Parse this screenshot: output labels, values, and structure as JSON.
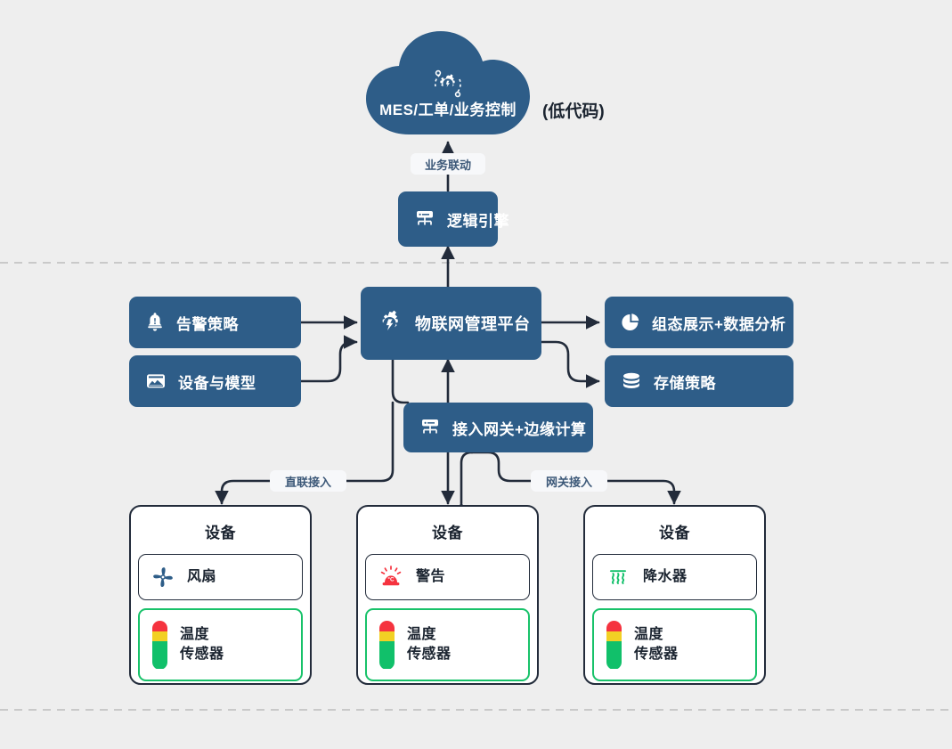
{
  "theme": {
    "background": "#eeeeee",
    "box_blue": "#2e5d88",
    "text_dark": "#1b2430",
    "accent_green": "#18c26a",
    "chip_text": "#3c5878",
    "line": "#222b3a",
    "sensor_red": "#f5333f",
    "sensor_yellow": "#f2d024",
    "sensor_green": "#11c06a",
    "alarm_red": "#f5333f"
  },
  "cloud": {
    "label": "MES/工单/业务控制",
    "icon": "gear-orbit-icon",
    "side_note": "(低代码)"
  },
  "edges": {
    "business_link": "业务联动",
    "direct_access": "直联接入",
    "gateway_access": "网关接入"
  },
  "nodes": {
    "logic_engine": {
      "label": "逻辑引擎",
      "icon": "gateway-icon"
    },
    "platform": {
      "label": "物联网管理平台",
      "icon": "gear-icon"
    },
    "alarm_policy": {
      "label": "告警策略",
      "icon": "bell-icon"
    },
    "device_model": {
      "label": "设备与模型",
      "icon": "device-model-icon"
    },
    "visualization": {
      "label": "组态展示+数据分析",
      "icon": "pie-chart-icon"
    },
    "storage_policy": {
      "label": "存储策略",
      "icon": "database-icon"
    },
    "gateway_edge": {
      "label": "接入网关+边缘计算",
      "icon": "gateway-icon"
    }
  },
  "device_cards": [
    {
      "title": "设备",
      "rows": [
        {
          "label": "风扇",
          "label2": "",
          "icon": "fan-icon",
          "highlight": false
        },
        {
          "label": "温度",
          "label2": "传感器",
          "icon": "temperature-sensor-icon",
          "highlight": true
        }
      ]
    },
    {
      "title": "设备",
      "rows": [
        {
          "label": "警告",
          "label2": "",
          "icon": "alarm-siren-icon",
          "highlight": false
        },
        {
          "label": "温度",
          "label2": "传感器",
          "icon": "temperature-sensor-icon",
          "highlight": true
        }
      ]
    },
    {
      "title": "设备",
      "rows": [
        {
          "label": "降水器",
          "label2": "",
          "icon": "sprinkler-steam-icon",
          "highlight": false
        },
        {
          "label": "温度",
          "label2": "传感器",
          "icon": "temperature-sensor-icon",
          "highlight": true
        }
      ]
    }
  ]
}
